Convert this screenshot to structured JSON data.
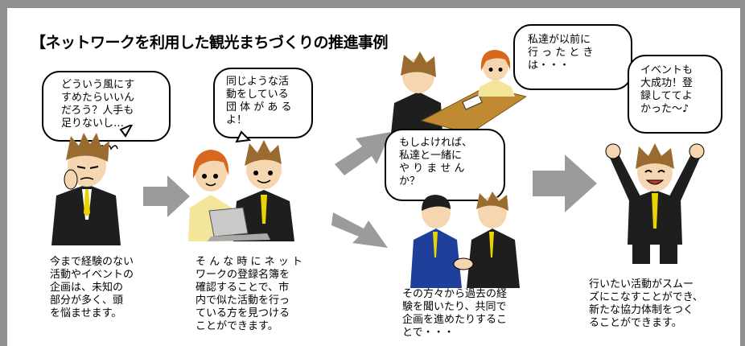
{
  "title": "【ネットワークを利用した観光まちづくりの推進事例",
  "panels": [
    {
      "bubble": "どういう風にす\nすめたらいいん\nだろう？人手も\n足りないし…",
      "caption": "今まで経験のない\n活動やイベントの\n企画は、未知の\n部分が多く、頭\nを悩ませます。"
    },
    {
      "bubble": "同じような活\n動をしている\n団 体 が あ る\nよ！",
      "caption": "そ ん な 時 に ネ ッ ト\nワークの登録名簿を\n確認することで、市\n内で似た活動を行っ\nている方を見つける\nことができます。"
    },
    {
      "bubble_top": "私達が以前に\n行 っ た と き\nは・・・",
      "bubble_bottom": "もしよければ、\n私達と一緒に\nや り ま せ ん\nか？",
      "caption": "その方々から過去の経\n験を聞いたり、共同で\n企画を進めたりするこ\nとで・・・"
    },
    {
      "bubble": "イベントも\n大成功！登\n録しててよ\nかった～♪",
      "caption": "行いたい活動がスムー\nズにこなすことができ、\n新たな協力体制をつく\nることができます。"
    }
  ],
  "colors": {
    "frame": "#8f8f8f",
    "arrow": "#9b9b9b",
    "suit": "#1e1e1e",
    "hair": "#9a6b2e",
    "skin": "#f6d6b0",
    "tie": "#e8d400",
    "blue_suit": "#1f3f9a",
    "woman_hair": "#d8681e",
    "desk": "#c08a33"
  }
}
